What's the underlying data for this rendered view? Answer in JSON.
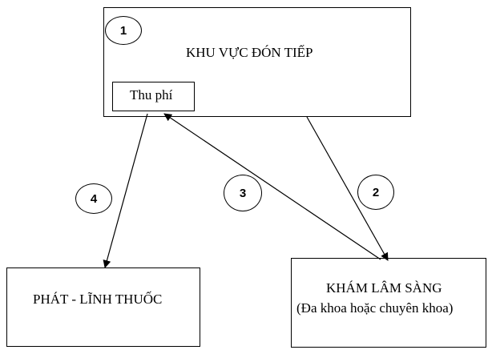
{
  "reception": {
    "title": "KHU VỰC ĐÓN TIẾP",
    "step": "1",
    "cashier": "Thu phí"
  },
  "pharmacy": {
    "title": "PHÁT - LĨNH THUỐC"
  },
  "clinic": {
    "title": "KHÁM  LÂM  SÀNG",
    "subtitle": "(Đa khoa hoặc chuyên khoa)"
  },
  "steps": {
    "s2": "2",
    "s3": "3",
    "s4": "4"
  }
}
